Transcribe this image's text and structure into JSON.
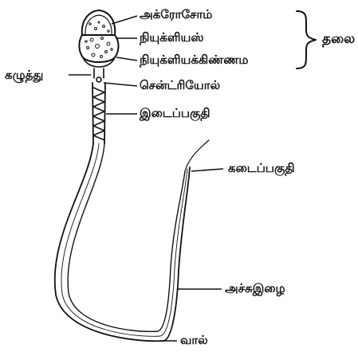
{
  "diagram": {
    "labels": {
      "acrosome": "அக்ரோசோம்",
      "nucleus": "நியுக்ளியஸ்",
      "nucleolus": "நியுக்ளியக்கிண்ணம",
      "head": "தலை",
      "neck": "கழுத்து",
      "centriole": "சென்ட்ரியோல்",
      "middle_piece": "இடைப்பகுதி",
      "tail_piece": "கடைப்பகுதி",
      "axial_filament": "அச்சுஇழை",
      "tail": "வால்"
    }
  }
}
